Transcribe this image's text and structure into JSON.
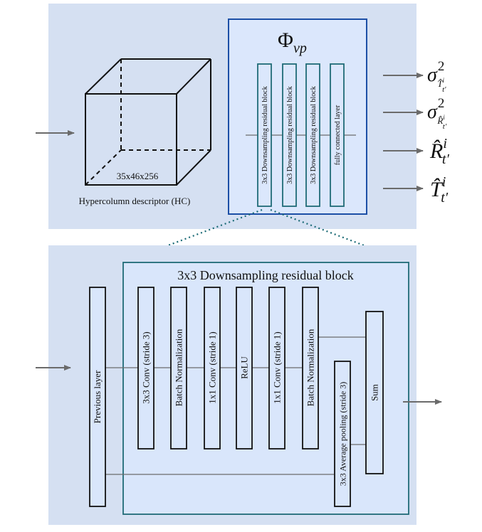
{
  "top_panel": {
    "cube_dims": "35x46x256",
    "cube_caption": "Hypercolumn descriptor (HC)",
    "phi": {
      "symbol": "Φ",
      "subscript": "vp",
      "blocks": [
        "3x3 Downsampling residual block",
        "3x3 Downsampling residual block",
        "3x3 Downsampling residual block",
        "fully connected layer"
      ]
    },
    "outputs": [
      {
        "base": "σ",
        "sup": "2",
        "sub_hat": "T̂",
        "sub_sup": "i",
        "sub_sub": "t′"
      },
      {
        "base": "σ",
        "sup": "2",
        "sub_hat": "R̂",
        "sub_sup": "i",
        "sub_sub": "t′"
      },
      {
        "base": "R̂",
        "sup": "i",
        "sub": "t′"
      },
      {
        "base": "T̂",
        "sup": "i",
        "sub": "t′"
      }
    ]
  },
  "bottom_panel": {
    "title": "3x3 Downsampling residual block",
    "previous_layer": "Previous layer",
    "layers": [
      "3x3 Conv (stride 3)",
      "Batch Normalization",
      "1x1 Conv (stride 1)",
      "ReLU",
      "1x1 Conv (stride 1)",
      "Batch Normalization"
    ],
    "avg_pool": "3x3 Average pooling (stride 3)",
    "sum": "Sum"
  },
  "colors": {
    "panel_bg": "#d5e0f2",
    "phi_box_border": "#1c4fa6",
    "phi_box_fill": "#dbe7fc",
    "block_border": "#1f6b77",
    "inner_bg": "#d9e6fb",
    "arrow": "#6b6b6b",
    "dotted": "#1a6a75"
  }
}
